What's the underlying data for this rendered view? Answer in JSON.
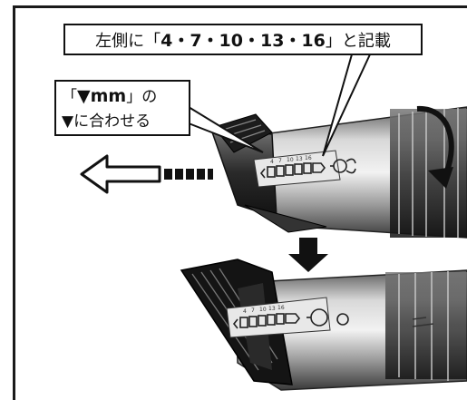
{
  "callout_top": {
    "prefix": "左側に「",
    "values": "4・7・10・13・16",
    "suffix": "」と記載"
  },
  "callout_left": {
    "line1_open": "「",
    "line1_bold": "▼mm",
    "line1_close": "」の",
    "line2": "▼に合わせる"
  },
  "colors": {
    "ink": "#111111",
    "frame": "#1a1a1a",
    "background": "#ffffff"
  }
}
